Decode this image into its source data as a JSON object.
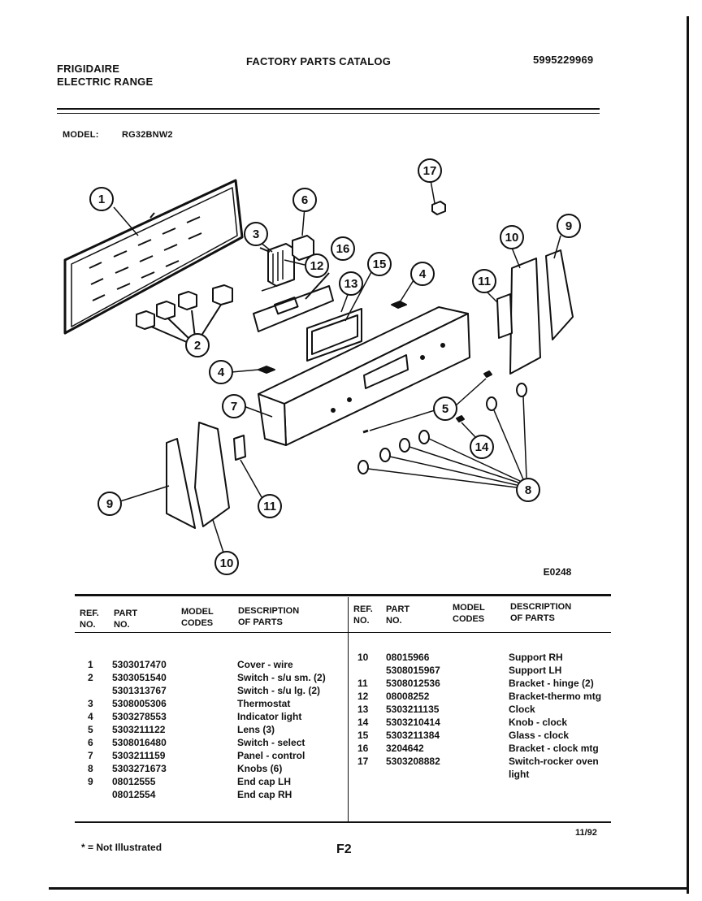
{
  "header": {
    "brand": "FRIGIDAIRE",
    "product": "ELECTRIC RANGE",
    "catalog_title": "FACTORY PARTS CATALOG",
    "catalog_number": "5995229969",
    "model_label": "MODEL:",
    "model_value": "RG32BNW2"
  },
  "diagram": {
    "code": "E0248",
    "callouts": [
      "1",
      "2",
      "3",
      "4",
      "4",
      "5",
      "6",
      "7",
      "8",
      "9",
      "9",
      "10",
      "10",
      "11",
      "11",
      "12",
      "13",
      "14",
      "15",
      "16",
      "17"
    ]
  },
  "table": {
    "headers": {
      "ref": "REF.\nNO.",
      "part": "PART\nNO.",
      "model": "MODEL\nCODES",
      "desc": "DESCRIPTION\nOF PARTS"
    },
    "left": [
      {
        "ref": "1",
        "part": "5303017470",
        "desc": "Cover - wire"
      },
      {
        "ref": "2",
        "part": "5303051540",
        "desc": "Switch - s/u sm. (2)"
      },
      {
        "ref": "",
        "part": "5301313767",
        "desc": "Switch - s/u lg. (2)"
      },
      {
        "ref": "3",
        "part": "5308005306",
        "desc": "Thermostat"
      },
      {
        "ref": "4",
        "part": "5303278553",
        "desc": "Indicator light"
      },
      {
        "ref": "5",
        "part": "5303211122",
        "desc": "Lens (3)"
      },
      {
        "ref": "6",
        "part": "5308016480",
        "desc": "Switch - select"
      },
      {
        "ref": "7",
        "part": "5303211159",
        "desc": "Panel - control"
      },
      {
        "ref": "8",
        "part": "5303271673",
        "desc": "Knobs (6)"
      },
      {
        "ref": "9",
        "part": "08012555",
        "desc": "End cap LH"
      },
      {
        "ref": "",
        "part": "08012554",
        "desc": "End cap RH"
      }
    ],
    "right": [
      {
        "ref": "10",
        "part": "08015966",
        "desc": "Support RH"
      },
      {
        "ref": "",
        "part": "5308015967",
        "desc": "Support LH"
      },
      {
        "ref": "11",
        "part": "5308012536",
        "desc": "Bracket - hinge (2)"
      },
      {
        "ref": "12",
        "part": "08008252",
        "desc": "Bracket-thermo mtg"
      },
      {
        "ref": "13",
        "part": "5303211135",
        "desc": "Clock"
      },
      {
        "ref": "14",
        "part": "5303210414",
        "desc": "Knob - clock"
      },
      {
        "ref": "15",
        "part": "5303211384",
        "desc": "Glass - clock"
      },
      {
        "ref": "16",
        "part": "3204642",
        "desc": "Bracket - clock mtg"
      },
      {
        "ref": "17",
        "part": "5303208882",
        "desc": "Switch-rocker oven\nlight"
      }
    ]
  },
  "footer": {
    "note": "* = Not Illustrated",
    "page": "F2",
    "date": "11/92"
  }
}
